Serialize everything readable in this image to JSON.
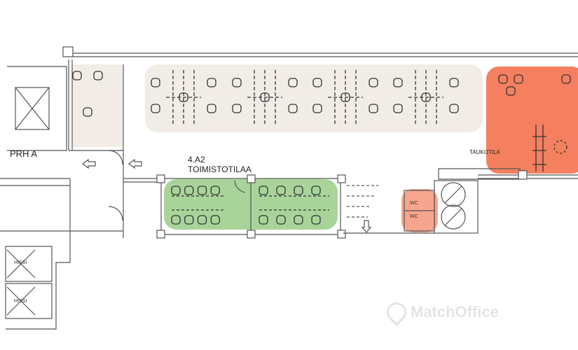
{
  "labels": {
    "stair_block": "PRH A",
    "office_code": "4.A2",
    "office_type": "TOIMISTOTILAA",
    "break_room": "TAUKOTILA",
    "wc_1": "WC",
    "wc_2": "WC",
    "elevator_1": "HISSI",
    "elevator_2": "HISSI"
  },
  "watermark": "MatchOffice",
  "colors": {
    "open_area": "#f2ece7",
    "break_room": "#f4805f",
    "office": "#a8d49a",
    "wc": "#f6a58e",
    "walls": "#555555"
  }
}
